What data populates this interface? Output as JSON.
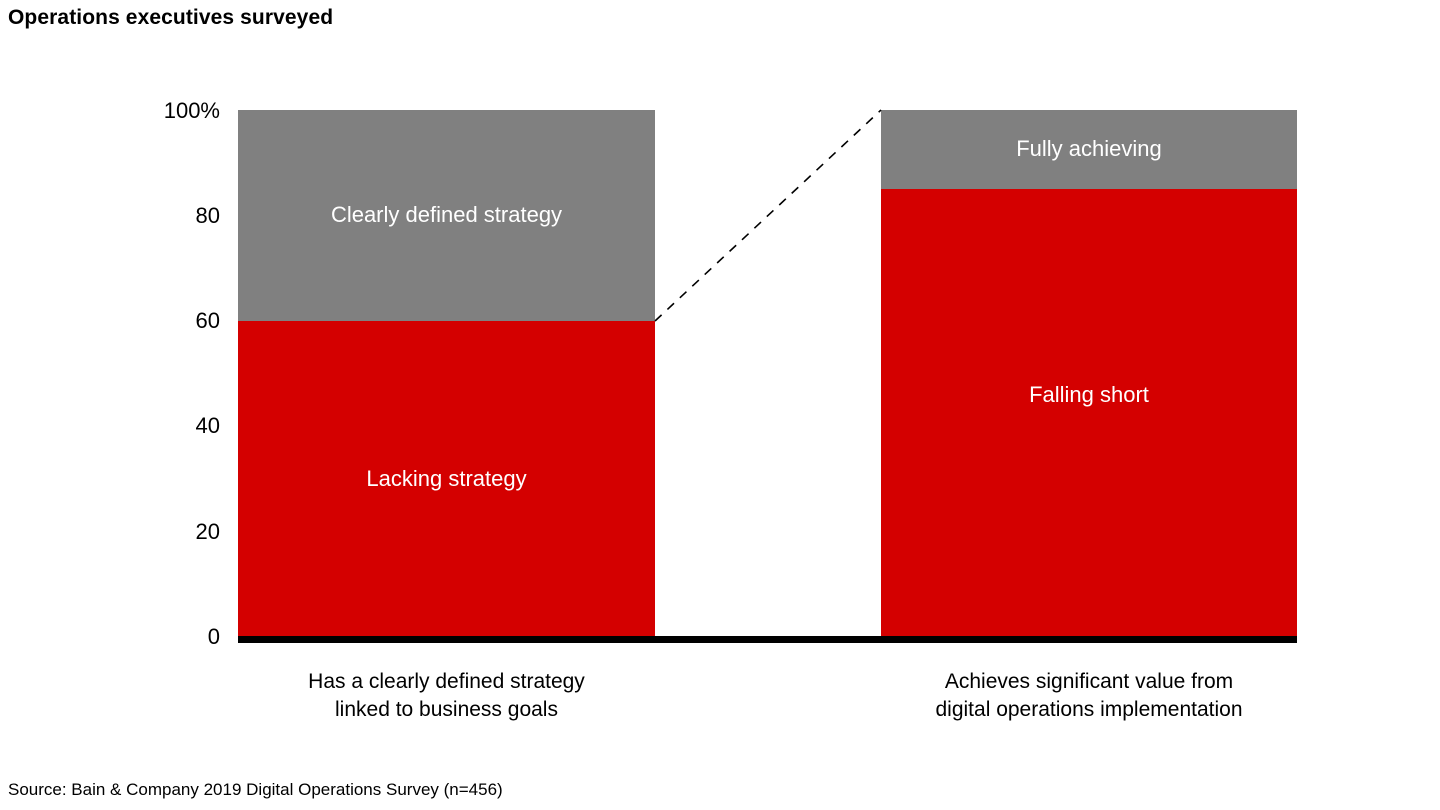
{
  "chart_data": {
    "type": "bar",
    "subtype": "stacked-bar-100",
    "title": "Operations executives surveyed",
    "xlabel": "",
    "ylabel": "",
    "ylim": [
      0,
      100
    ],
    "grid": false,
    "legend_position": "none",
    "y_ticks": [
      {
        "value": 100,
        "label": "100%"
      },
      {
        "value": 80,
        "label": "80"
      },
      {
        "value": 60,
        "label": "60"
      },
      {
        "value": 40,
        "label": "40"
      },
      {
        "value": 20,
        "label": "20"
      },
      {
        "value": 0,
        "label": "0"
      }
    ],
    "categories": [
      "Has a clearly defined strategy\nlinked to business goals",
      "Achieves significant value from\ndigital operations implementation"
    ],
    "bars": [
      {
        "category_line1": "Has a clearly defined strategy",
        "category_line2": "linked to business goals",
        "segments": [
          {
            "name": "Lacking strategy",
            "label": "Lacking strategy",
            "value": 60,
            "color": "#d40000",
            "from": 0,
            "to": 60
          },
          {
            "name": "Clearly defined strategy",
            "label": "Clearly defined strategy",
            "value": 40,
            "color": "#808080",
            "from": 60,
            "to": 100
          }
        ]
      },
      {
        "category_line1": "Achieves significant value from",
        "category_line2": "digital operations implementation",
        "segments": [
          {
            "name": "Falling short",
            "label": "Falling short",
            "value": 85,
            "color": "#d40000",
            "from": 0,
            "to": 85
          },
          {
            "name": "Fully achieving",
            "label": "Fully achieving",
            "value": 15,
            "color": "#808080",
            "from": 85,
            "to": 100
          }
        ]
      }
    ],
    "annotations": [
      {
        "name": "connector-dashed-line",
        "description": "Dashed line linking top of left red segment (60%) to top of right bar (100%)"
      }
    ],
    "colors": {
      "red": "#d40000",
      "gray": "#808080",
      "axis": "#000000",
      "background": "#ffffff",
      "segment_label_text": "#ffffff"
    }
  },
  "source": {
    "text": "Source: Bain & Company 2019 Digital Operations Survey (n=456)"
  }
}
